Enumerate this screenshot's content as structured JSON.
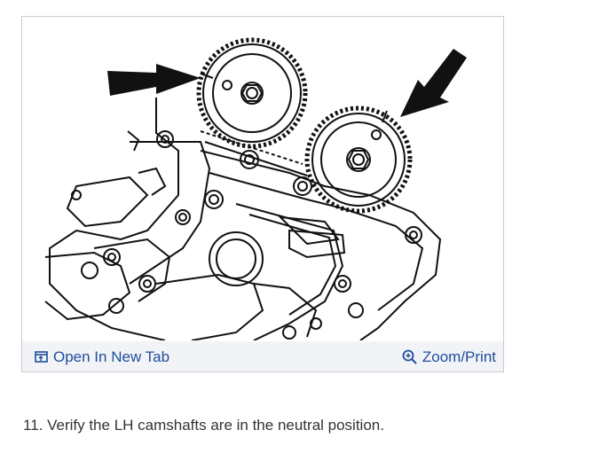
{
  "figure": {
    "open_tab_label": "Open In New Tab",
    "zoom_print_label": "Zoom/Print",
    "diagram_description": "Engine timing diagram: LH camshaft sprockets with arrows at the timing marks"
  },
  "step": {
    "text": "11. Verify the LH camshafts are in the neutral position."
  },
  "colors": {
    "link": "#1f4e9b",
    "footer_bg": "#f1f3f7",
    "border": "#c9cdd3",
    "body_text": "#333333"
  },
  "icons": [
    "open-new-tab-icon",
    "zoom-in-icon"
  ]
}
